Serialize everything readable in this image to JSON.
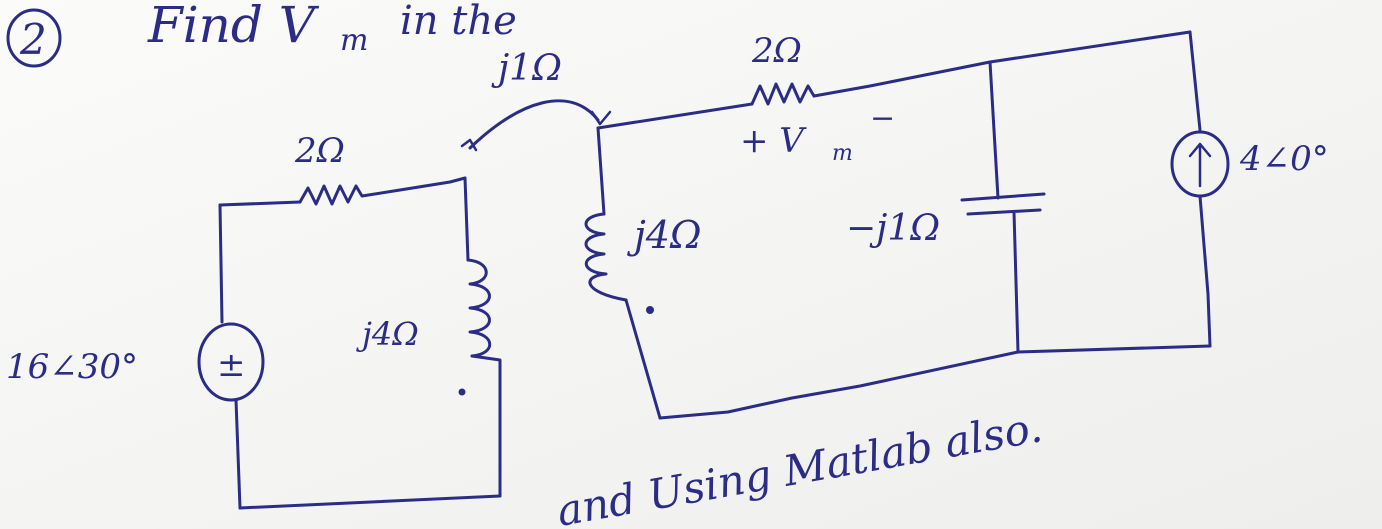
{
  "problem": {
    "number": "2",
    "heading_visible": "Find V",
    "heading_sub": "m",
    "heading_tail": "in the"
  },
  "left_loop": {
    "source_value": "16∠30°",
    "source_symbol": "±",
    "resistor_label": "2Ω",
    "inductor_label": "j4Ω"
  },
  "coupling": {
    "mutual_label": "j1Ω"
  },
  "right_loop": {
    "inductor_label": "j4Ω",
    "resistor_label": "2Ω",
    "vm_label": "+ V",
    "vm_sub": "m",
    "vm_minus": "−",
    "capacitor_label": "−j1Ω",
    "current_source_value": "4∠0°"
  },
  "footer": {
    "note": "and Using Matlab also."
  },
  "colors": {
    "ink": "#2b2c86",
    "paper": "#f6f6f4"
  }
}
